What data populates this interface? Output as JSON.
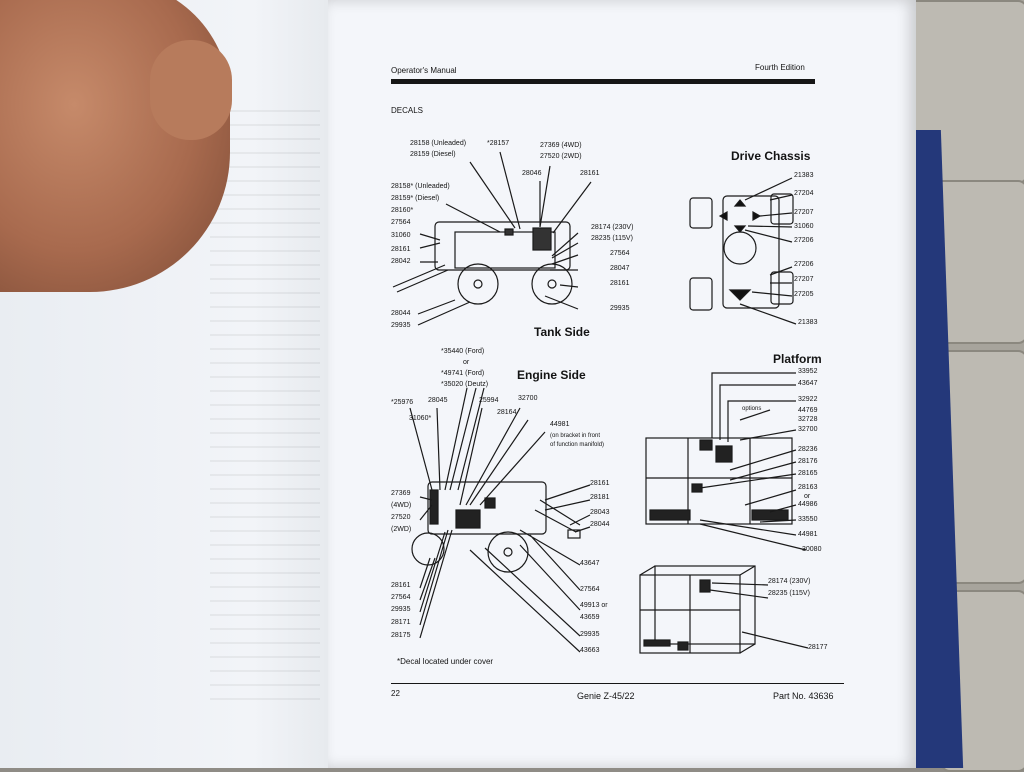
{
  "header": {
    "left": "Operator's Manual",
    "right": "Fourth Edition"
  },
  "section": "DECALS",
  "footer": {
    "page": "22",
    "model": "Genie Z-45/22",
    "part": "Part No. 43636"
  },
  "headings": {
    "tank_side": "Tank Side",
    "engine_side": "Engine Side",
    "drive_chassis": "Drive Chassis",
    "platform": "Platform"
  },
  "note": "*Decal located under cover",
  "tank_side_labels": {
    "t1": "28158 (Unleaded)",
    "t2": "28159 (Diesel)",
    "t3": "*28157",
    "t4": "27369 (4WD)",
    "t5": "27520 (2WD)",
    "t6": "28046",
    "t7": "28161",
    "t8": "28158* (Unleaded)",
    "t9": "28159* (Diesel)",
    "t10": "28160*",
    "t11": "27564",
    "t12": "31060",
    "t13": "28161",
    "t14": "28042",
    "t15": "28174 (230V)",
    "t16": "28235 (115V)",
    "t17": "27564",
    "t18": "28047",
    "t19": "28161",
    "t20": "28044",
    "t21": "29935",
    "t22": "29935"
  },
  "engine_side_labels": {
    "e1": "*35440 (Ford)",
    "e2": "or",
    "e3": "*49741 (Ford)",
    "e4": "*35020 (Deutz)",
    "e5": "*25976",
    "e6": "28045",
    "e7": "25994",
    "e8": "32700",
    "e9": "31060*",
    "e10": "28164",
    "e11": "44981",
    "e12": "(on bracket in front",
    "e13": "of function manifold)",
    "e14": "27369",
    "e15": "(4WD)",
    "e16": "27520",
    "e17": "(2WD)",
    "e18": "28161",
    "e19": "28181",
    "e20": "28043",
    "e21": "28044",
    "e22": "43647",
    "e23": "27564",
    "e24": "49913 or",
    "e25": "43659",
    "e26": "29935",
    "e27": "43663",
    "e28": "28161",
    "e29": "27564",
    "e30": "29935",
    "e31": "28171",
    "e32": "28175"
  },
  "chassis_labels": {
    "c1": "21383",
    "c2": "27204",
    "c3": "27207",
    "c4": "31060",
    "c5": "27206",
    "c6": "27206",
    "c7": "27207",
    "c8": "27205",
    "c9": "21383"
  },
  "platform_labels": {
    "p1": "33952",
    "p2": "43647",
    "p3": "32922",
    "p4": "options",
    "p5": "44769",
    "p6": "32728",
    "p7": "32700",
    "p8": "28236",
    "p9": "28176",
    "p10": "28165",
    "p11": "28163",
    "p12": "or",
    "p13": "44986",
    "p14": "33550",
    "p15": "44981",
    "p16": "30080",
    "p17": "28174 (230V)",
    "p18": "28235 (115V)",
    "p19": "28177"
  }
}
